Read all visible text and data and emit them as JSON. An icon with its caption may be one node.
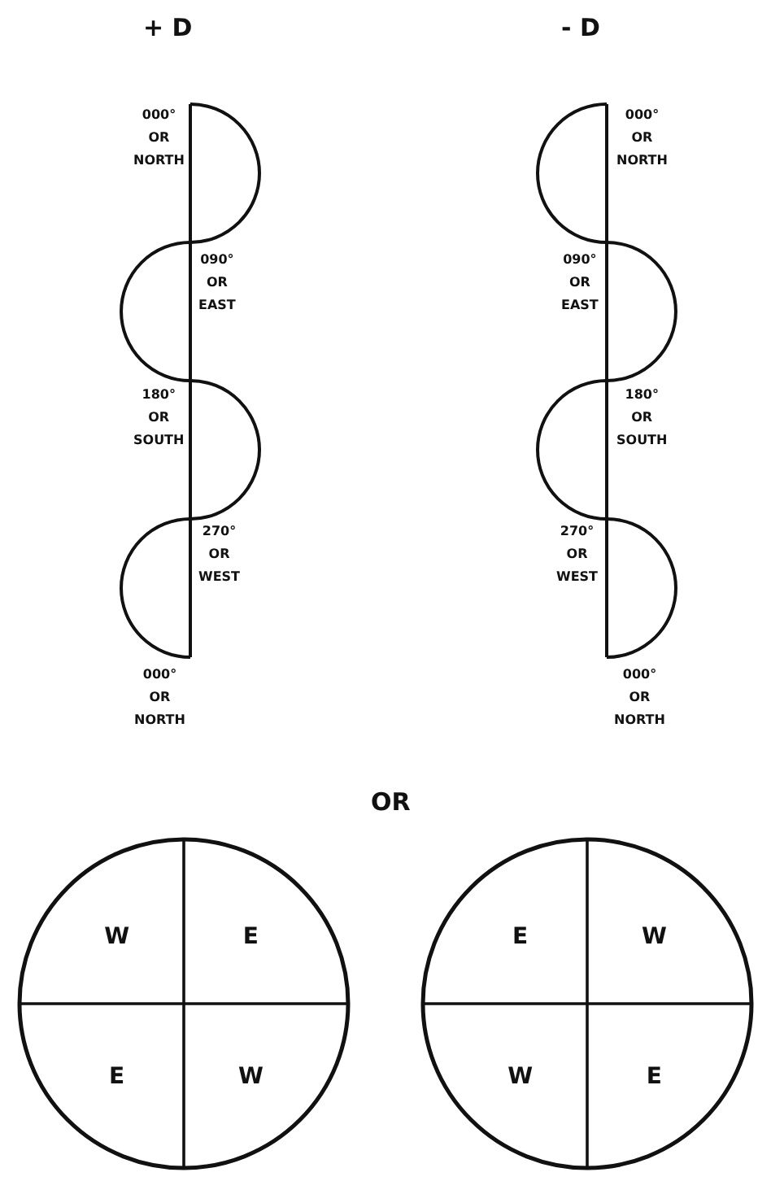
{
  "diagram": {
    "nodes": [
      {
        "text": [
          "W",
          "E",
          "E",
          "W"
        ]
      },
      {
        "text": [
          "E",
          "W",
          "W",
          "E"
        ]
      }
    ],
    "labels": [
      "+ D",
      "- D",
      "000° OR NORTH",
      "090° OR EAST",
      "180° OR SOUTH",
      "270° OR WEST",
      "000° OR NORTH",
      "000° OR NORTH",
      "090° OR EAST",
      "180° OR SOUTH",
      "270° OR WEST",
      "000° OR NORTH",
      "OR"
    ]
  }
}
